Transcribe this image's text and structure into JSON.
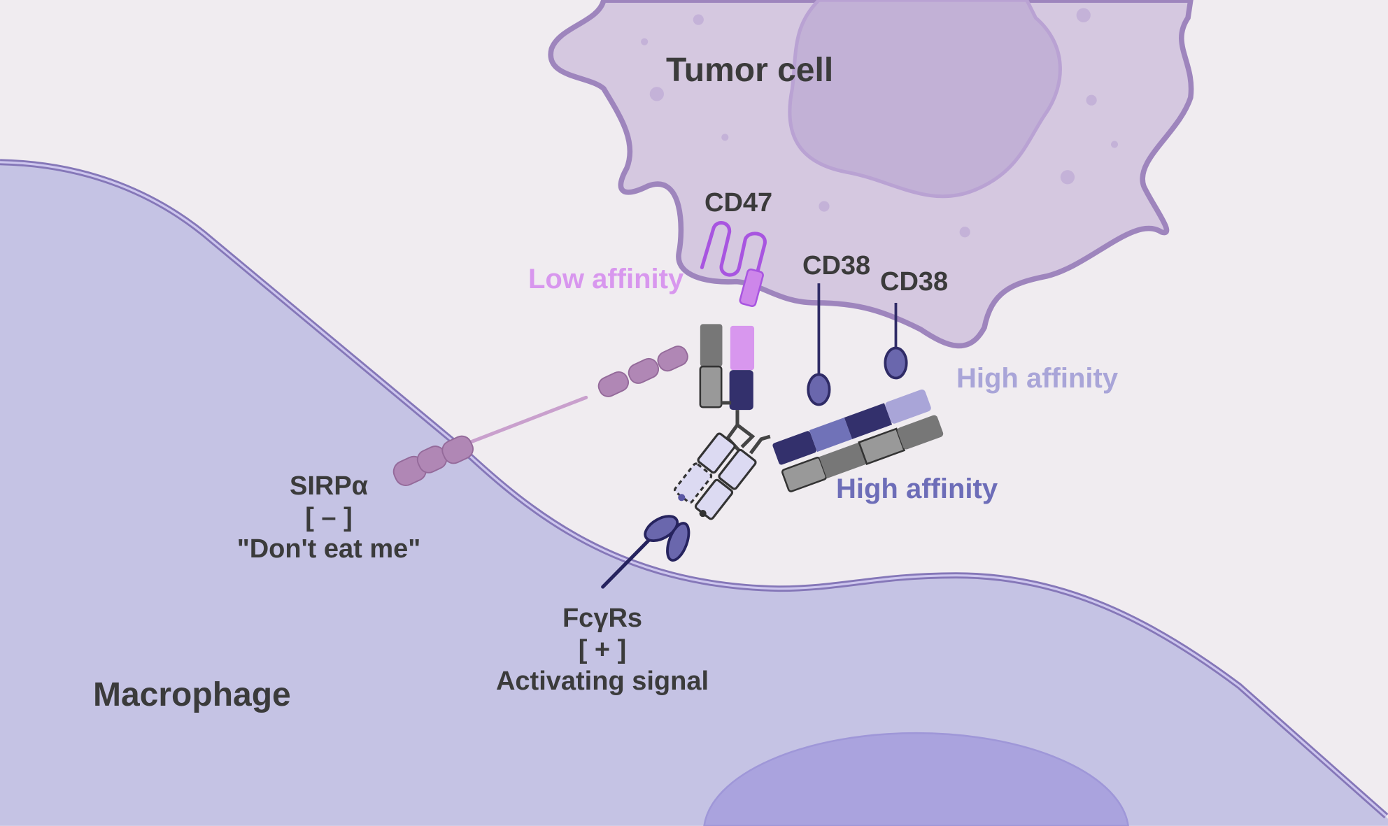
{
  "labels": {
    "tumor_cell": "Tumor cell",
    "macrophage": "Macrophage",
    "cd47": "CD47",
    "cd38_a": "CD38",
    "cd38_b": "CD38",
    "low_affinity": "Low affinity",
    "high_affinity_top": "High affinity",
    "high_affinity_bottom": "High affinity",
    "sirpa": {
      "name": "SIRPα",
      "sign": "[ – ]",
      "desc": "\"Don't eat me\""
    },
    "fcyrs": {
      "name": "FcγRs",
      "sign": "[ + ]",
      "desc": "Activating signal"
    }
  },
  "colors": {
    "background": "#f0ecf0",
    "macrophage": "#c5c3e4",
    "macrophage_nucleus": "#aaa3de",
    "tumor_cell": "#d5c8e0",
    "tumor_nucleus": "#c2b1d6",
    "low_affinity": "#d48ff0",
    "high_affinity_top": "#a9a5d8",
    "high_affinity_bottom": "#6d6db8",
    "text": "#3b3b3b"
  }
}
